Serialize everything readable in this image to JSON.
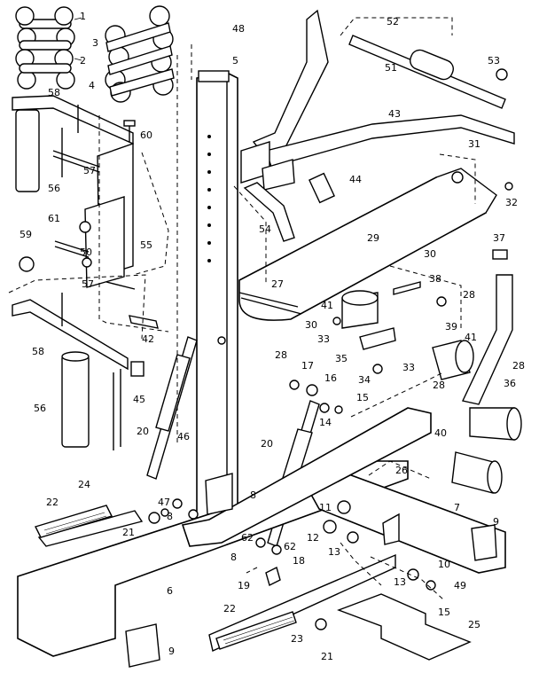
{
  "diagram": {
    "callouts": [
      "1",
      "2",
      "3",
      "4",
      "5",
      "6",
      "7",
      "8",
      "8",
      "8",
      "9",
      "9",
      "10",
      "11",
      "12",
      "13",
      "13",
      "14",
      "15",
      "15",
      "16",
      "17",
      "18",
      "19",
      "20",
      "20",
      "21",
      "21",
      "22",
      "22",
      "23",
      "24",
      "25",
      "26",
      "27",
      "28",
      "28",
      "28",
      "28",
      "29",
      "30",
      "30",
      "31",
      "32",
      "33",
      "33",
      "34",
      "35",
      "36",
      "37",
      "38",
      "39",
      "40",
      "41",
      "41",
      "42",
      "43",
      "44",
      "45",
      "46",
      "47",
      "48",
      "49",
      "50",
      "51",
      "52",
      "53",
      "54",
      "55",
      "56",
      "56",
      "57",
      "57",
      "58",
      "58",
      "59",
      "60",
      "61",
      "62",
      "62"
    ]
  }
}
